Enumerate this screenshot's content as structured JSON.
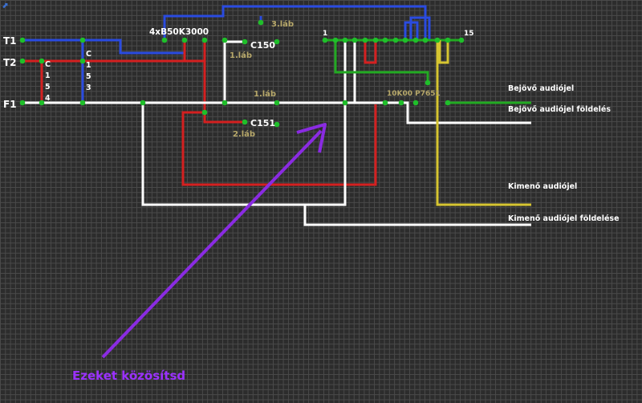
{
  "terminals": {
    "t1": "T1",
    "t2": "T2",
    "f1": "F1"
  },
  "switch_labels": {
    "red_col": [
      "C",
      "1",
      "5",
      "4"
    ],
    "blue_col": [
      "C",
      "1",
      "5",
      "3"
    ]
  },
  "components": {
    "main_chip": "4xB50K3000",
    "c150": "C150",
    "c151": "C151",
    "pin3": "3.láb",
    "pin1_a": "1.láb",
    "pin1_b": "1.láb",
    "pin2": "2.láb",
    "resistor": "10K00 P7651"
  },
  "connector": {
    "start": "1",
    "end": "15"
  },
  "signal_labels": {
    "in_audio": "Bejövő audiójel",
    "in_ground": "Bejövő audiójel földelés",
    "out_audio": "Kimenő audiójel",
    "out_ground": "Kimenő audiójel földelése"
  },
  "annotation": "Ezeket közösítsd",
  "colors": {
    "blue": "#2a4be0",
    "red": "#d42020",
    "white": "#ffffff",
    "green": "#22aa22",
    "yellow": "#d6c531",
    "arrow": "#8a2be2"
  }
}
